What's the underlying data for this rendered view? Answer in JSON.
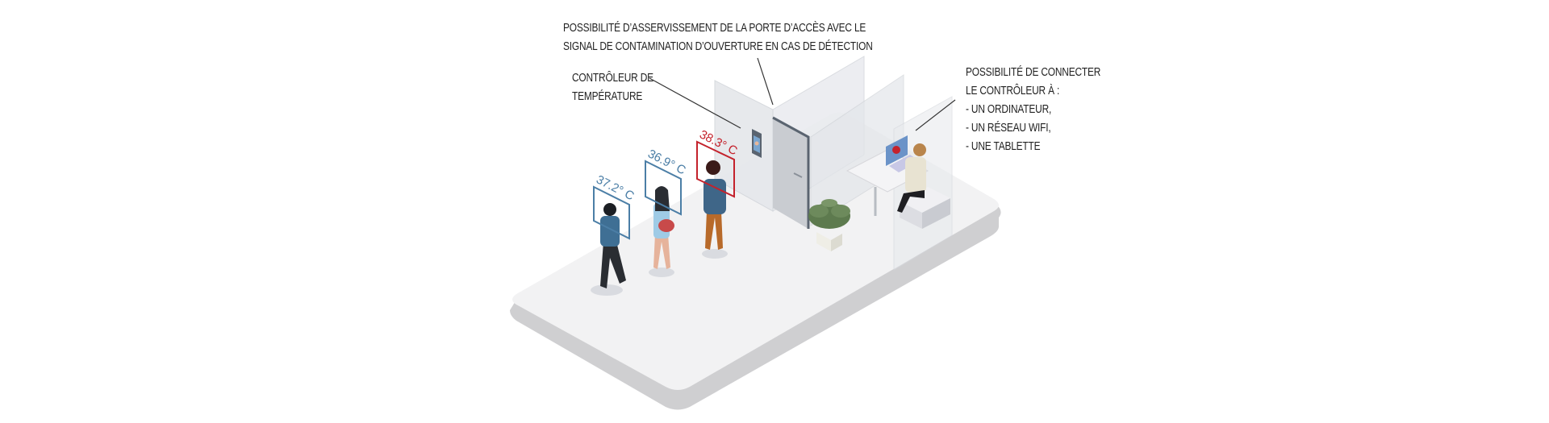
{
  "annotations": {
    "door_control": {
      "lines": [
        "POSSIBILITÉ D’ASSERVISSEMENT DE LA PORTE D’ACCÈS AVEC LE",
        "SIGNAL DE CONTAMINATION D’OUVERTURE EN CAS DE DÉTECTION"
      ]
    },
    "temperature_controller": {
      "lines": [
        "CONTRÔLEUR DE",
        "TEMPÉRATURE"
      ]
    },
    "connectivity": {
      "lines": [
        "POSSIBILITÉ DE CONNECTER",
        "LE CONTRÔLEUR À :",
        "- UN ORDINATEUR,",
        "- UN RÉSEAU WIFI,",
        "- UNE TABLETTE"
      ]
    }
  },
  "people": [
    {
      "label": "37.2° C",
      "status": "normal",
      "color": "#4b7ea6"
    },
    {
      "label": "36.9° C",
      "status": "normal",
      "color": "#4b7ea6"
    },
    {
      "label": "38.3° C",
      "status": "alert",
      "color": "#c4222c"
    }
  ],
  "colors": {
    "floor": "#f2f2f3",
    "floor_edge": "#cfcfd1",
    "glass": "#e4e6ea",
    "door": "#c9ccd1",
    "door_frame": "#5a6470",
    "normal": "#4b7ea6",
    "alert": "#c4222c",
    "text": "#222222"
  }
}
